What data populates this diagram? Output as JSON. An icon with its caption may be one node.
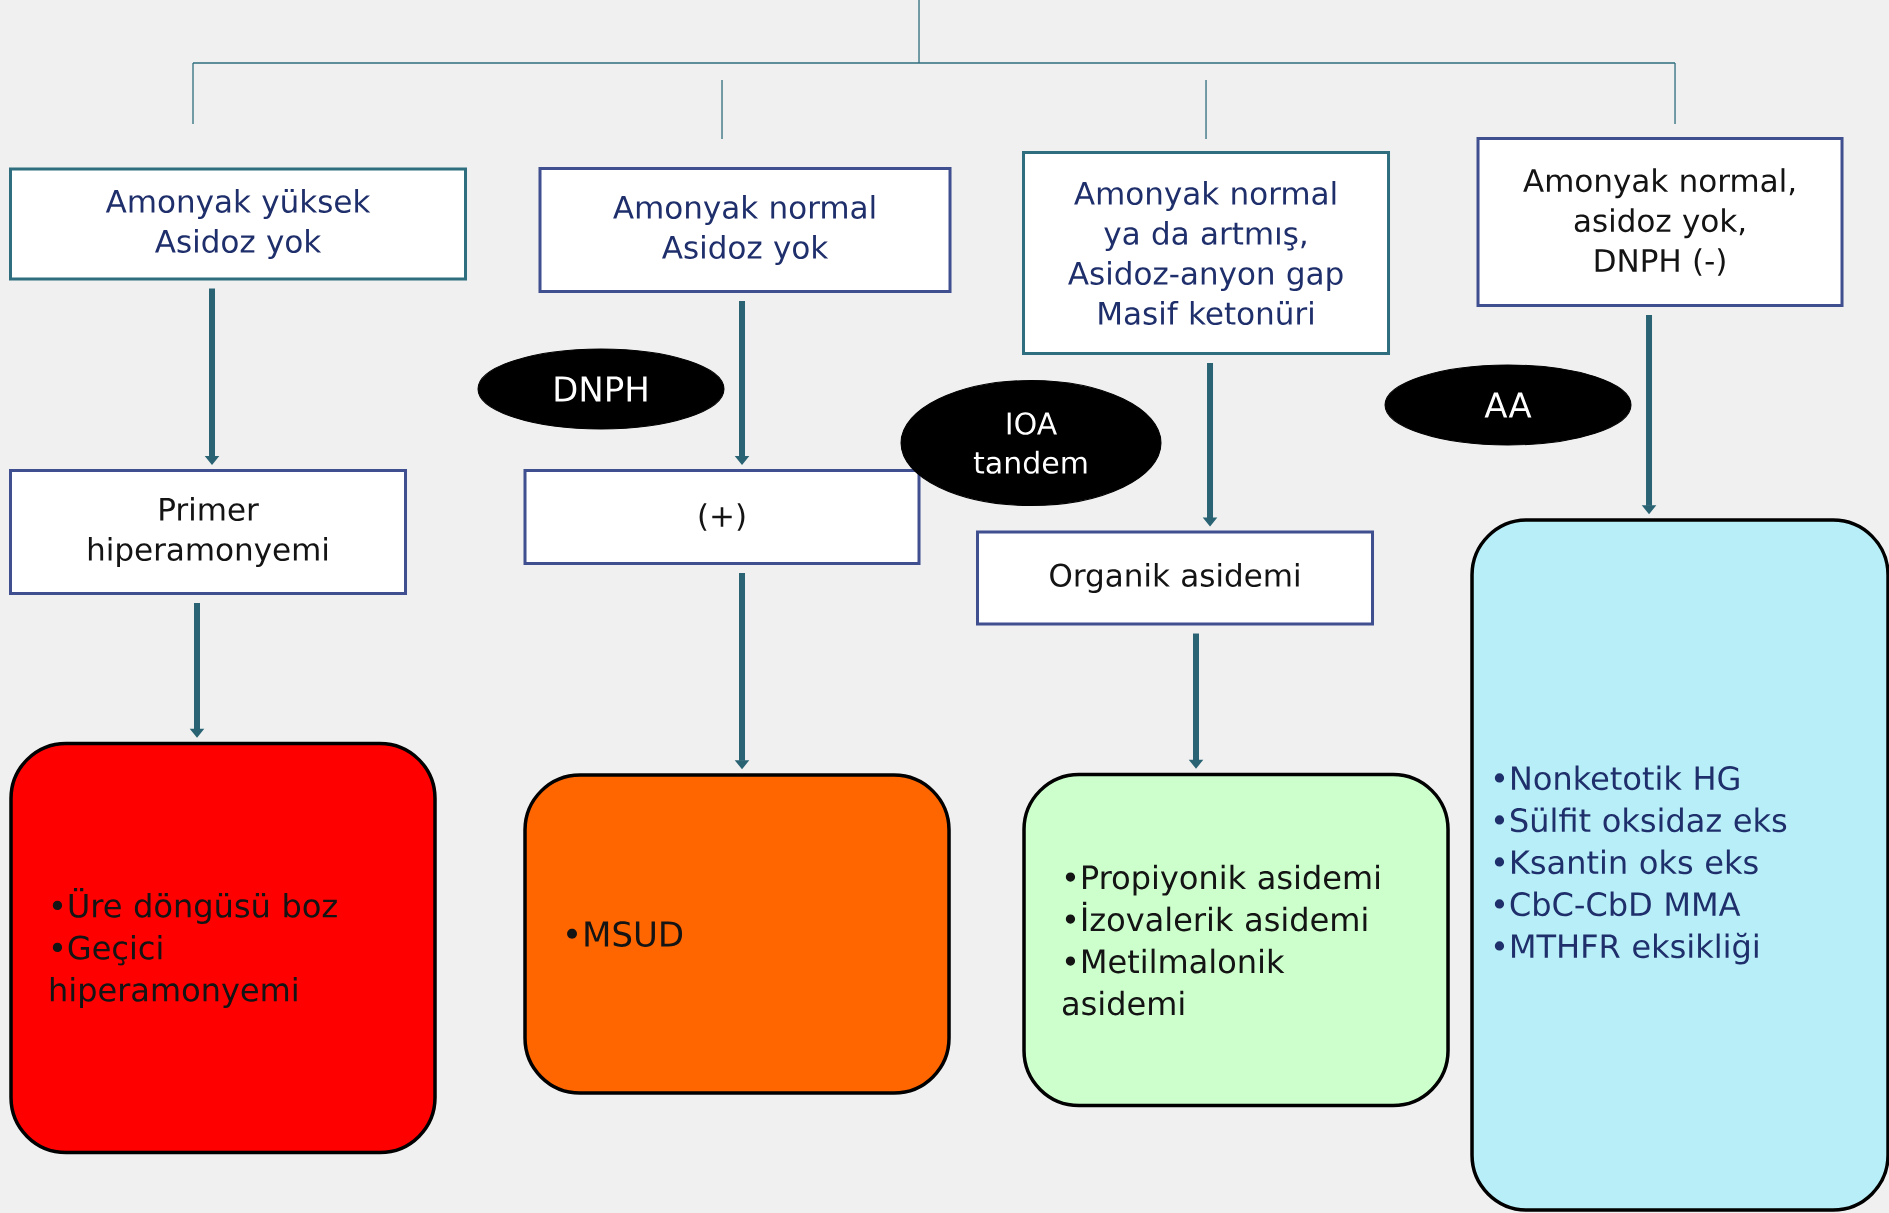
{
  "diagram": {
    "nodes": [
      {
        "text": [
          "Amonyak yüksek",
          "Asidoz yok"
        ]
      },
      {
        "text": [
          "Amonyak normal",
          "Asidoz yok"
        ]
      },
      {
        "text": [
          "Amonyak normal ya da artmış,",
          "Asidoz-anyon gap",
          "Masif ketonüri"
        ]
      },
      {
        "text": [
          "Amonyak normal,",
          "asidoz yok,",
          "DNPH (-)"
        ]
      },
      {
        "text": [
          "DNPH"
        ]
      },
      {
        "text": [
          "Primer hiperamonyemi"
        ]
      },
      {
        "text": [
          "(+)"
        ]
      },
      {
        "text": [
          "IOA tandem"
        ]
      },
      {
        "text": [
          "Organik asidemi"
        ]
      },
      {
        "text": [
          "AA"
        ]
      },
      {
        "text": [
          "•Üre döngüsü boz",
          "•Geçici hiperamonyemi"
        ]
      },
      {
        "text": [
          "•MSUD"
        ]
      },
      {
        "text": [
          "•Propiyonik asidemi",
          "•İzovalerik asidemi",
          "•Metilmalonik asidemi"
        ]
      },
      {
        "text": [
          "•Nonketotik HG",
          "•Sülfit oksidaz eks",
          "•Ksantin oks eks",
          "•CbC-CbD MMA",
          "•MTHFR eksikliği"
        ]
      }
    ],
    "edges": [
      {
        "from": 0,
        "to": 5,
        "arrow": "to"
      },
      {
        "from": 5,
        "to": 10,
        "arrow": "to"
      },
      {
        "from": 1,
        "to": 6,
        "arrow": "to"
      },
      {
        "from": 6,
        "to": 11,
        "arrow": "to"
      },
      {
        "from": 2,
        "to": 8,
        "arrow": "to"
      },
      {
        "from": 8,
        "to": 12,
        "arrow": "to"
      },
      {
        "from": 3,
        "to": 13,
        "arrow": "to"
      }
    ]
  }
}
